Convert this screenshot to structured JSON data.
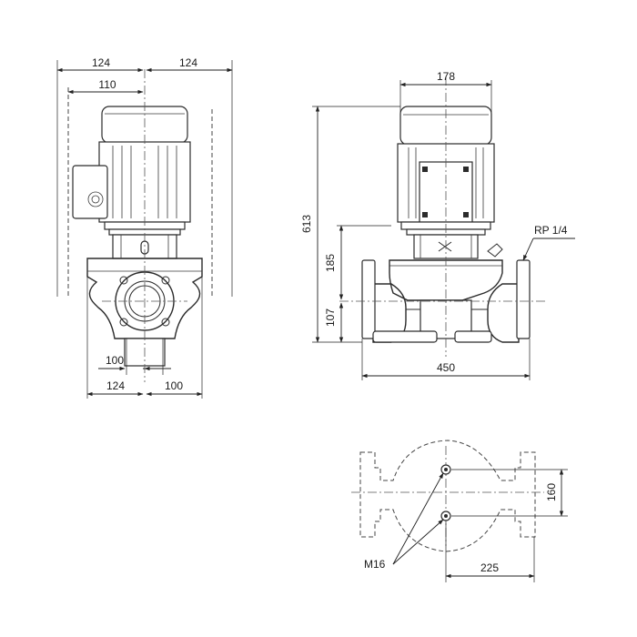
{
  "dimensions": {
    "front_left_half": "124",
    "front_right_half": "124",
    "front_terminal_offset": "110",
    "front_flange_left": "100",
    "front_base_left": "124",
    "front_base_right": "100",
    "side_motor_width": "178",
    "side_total_height": "613",
    "side_flange_height": "185",
    "side_port_height": "107",
    "side_port_to_port": "450",
    "side_vent_thread": "RP 1/4",
    "base_hole_spacing": "160",
    "base_hole_offset": "225",
    "base_bolt_size": "M16"
  }
}
